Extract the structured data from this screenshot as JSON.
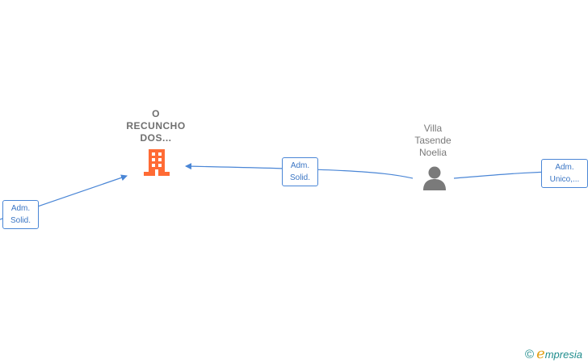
{
  "company": {
    "name_lines": [
      "O",
      "RECUNCHO",
      "DOS..."
    ],
    "icon": "building-icon",
    "icon_color": "#ff6b35"
  },
  "person": {
    "name_lines": [
      "Villa",
      "Tasende",
      "Noelia"
    ],
    "icon": "person-icon",
    "icon_color": "#7a7a7a"
  },
  "edges": [
    {
      "label_lines": [
        "Adm.",
        "Solid."
      ]
    },
    {
      "label_lines": [
        "Adm.",
        "Solid."
      ]
    },
    {
      "label_lines": [
        "Adm.",
        "Unico,..."
      ]
    }
  ],
  "edge_color": "#4a86d6",
  "brand": {
    "copyright": "©",
    "first_letter": "e",
    "rest": "mpresia"
  }
}
